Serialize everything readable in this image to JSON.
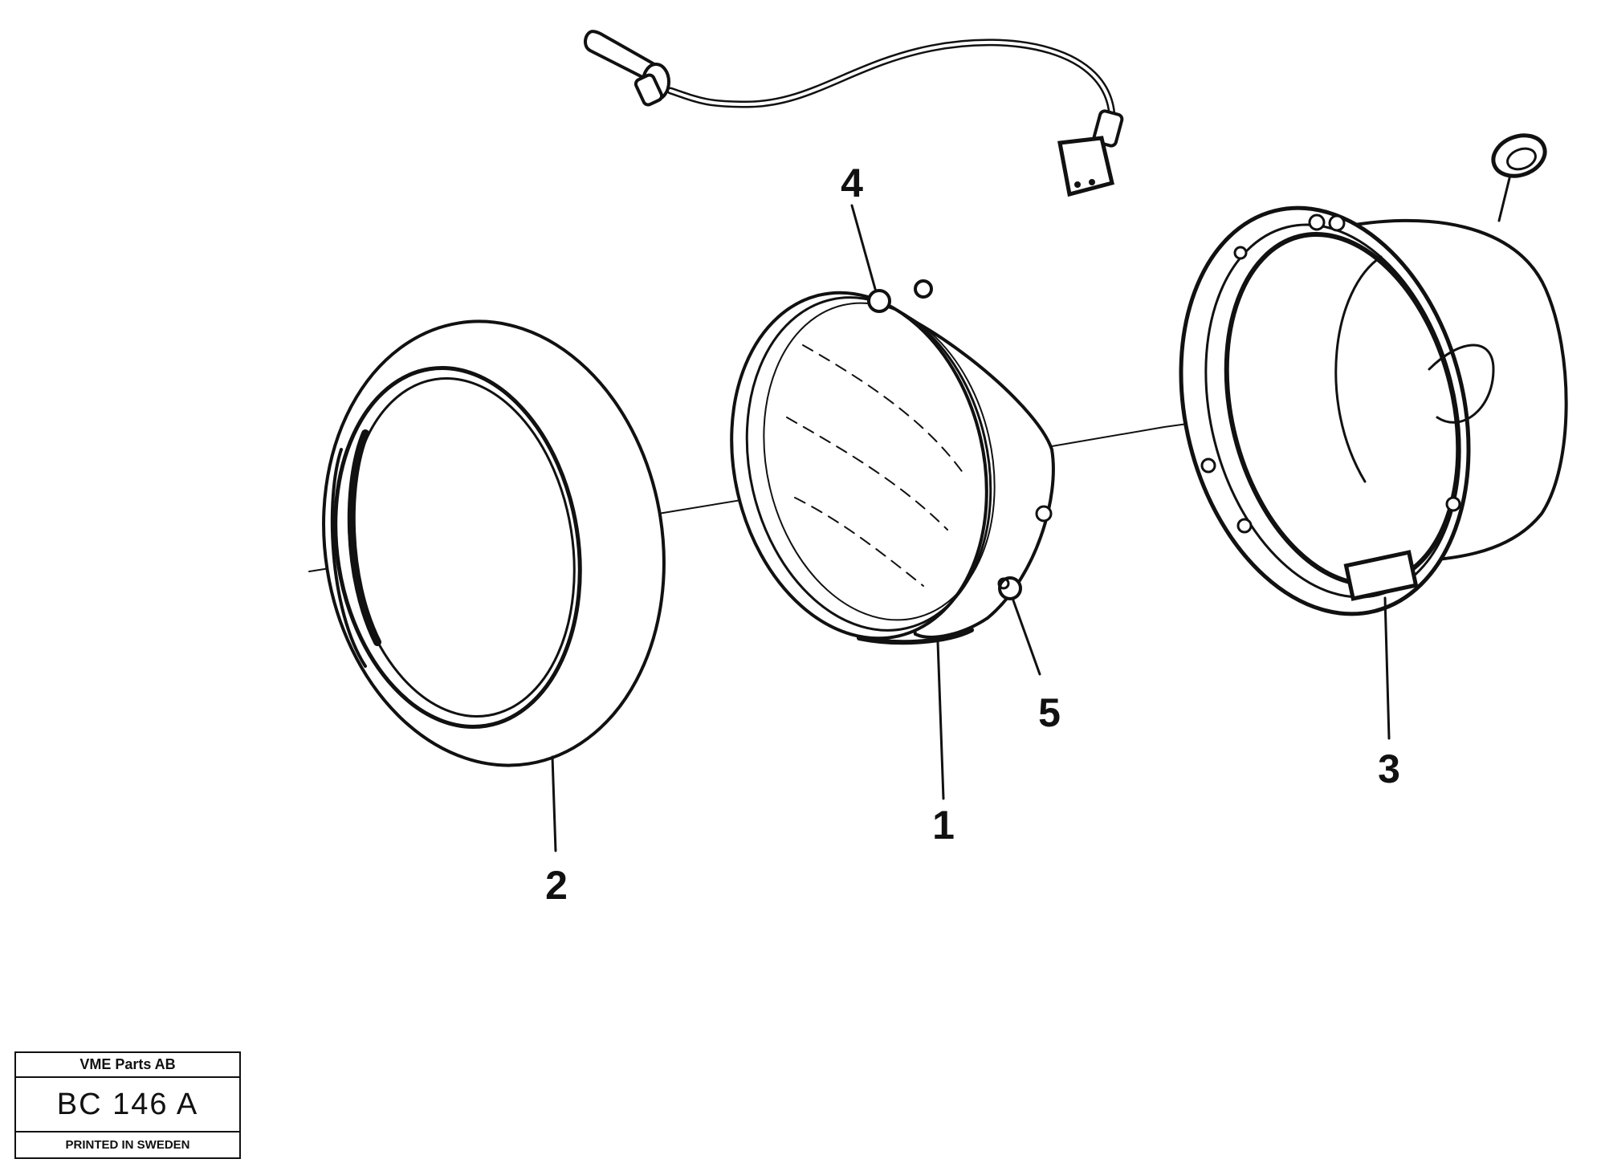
{
  "diagram": {
    "callouts": [
      {
        "id": "1",
        "label": "1"
      },
      {
        "id": "2",
        "label": "2"
      },
      {
        "id": "3",
        "label": "3"
      },
      {
        "id": "4",
        "label": "4"
      },
      {
        "id": "5",
        "label": "5"
      }
    ]
  },
  "title_block": {
    "company": "VME Parts AB",
    "code": "BC 146 A",
    "printed": "PRINTED IN SWEDEN"
  }
}
